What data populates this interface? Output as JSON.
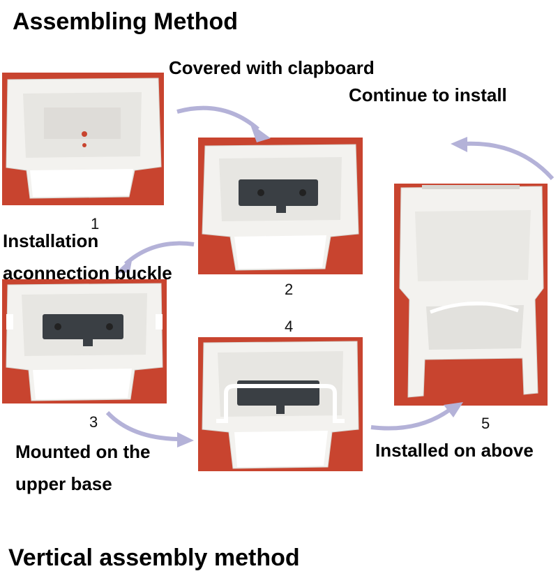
{
  "title": "Assembling Method",
  "footer": "Vertical assembly method",
  "captions": {
    "covered": "Covered with clapboard",
    "continue": "Continue to install",
    "installation": "Installation",
    "buckle": "aconnection buckle",
    "mounted_line1": "Mounted on the",
    "mounted_line2": "upper base",
    "installed_above": "Installed on above"
  },
  "steps": [
    "1",
    "2",
    "3",
    "4",
    "5"
  ],
  "colors": {
    "background_cloth": "#c4432e",
    "container": "#f2f1ee",
    "clapboard": "#3a3f44",
    "arrow": "#b4b2d8"
  }
}
